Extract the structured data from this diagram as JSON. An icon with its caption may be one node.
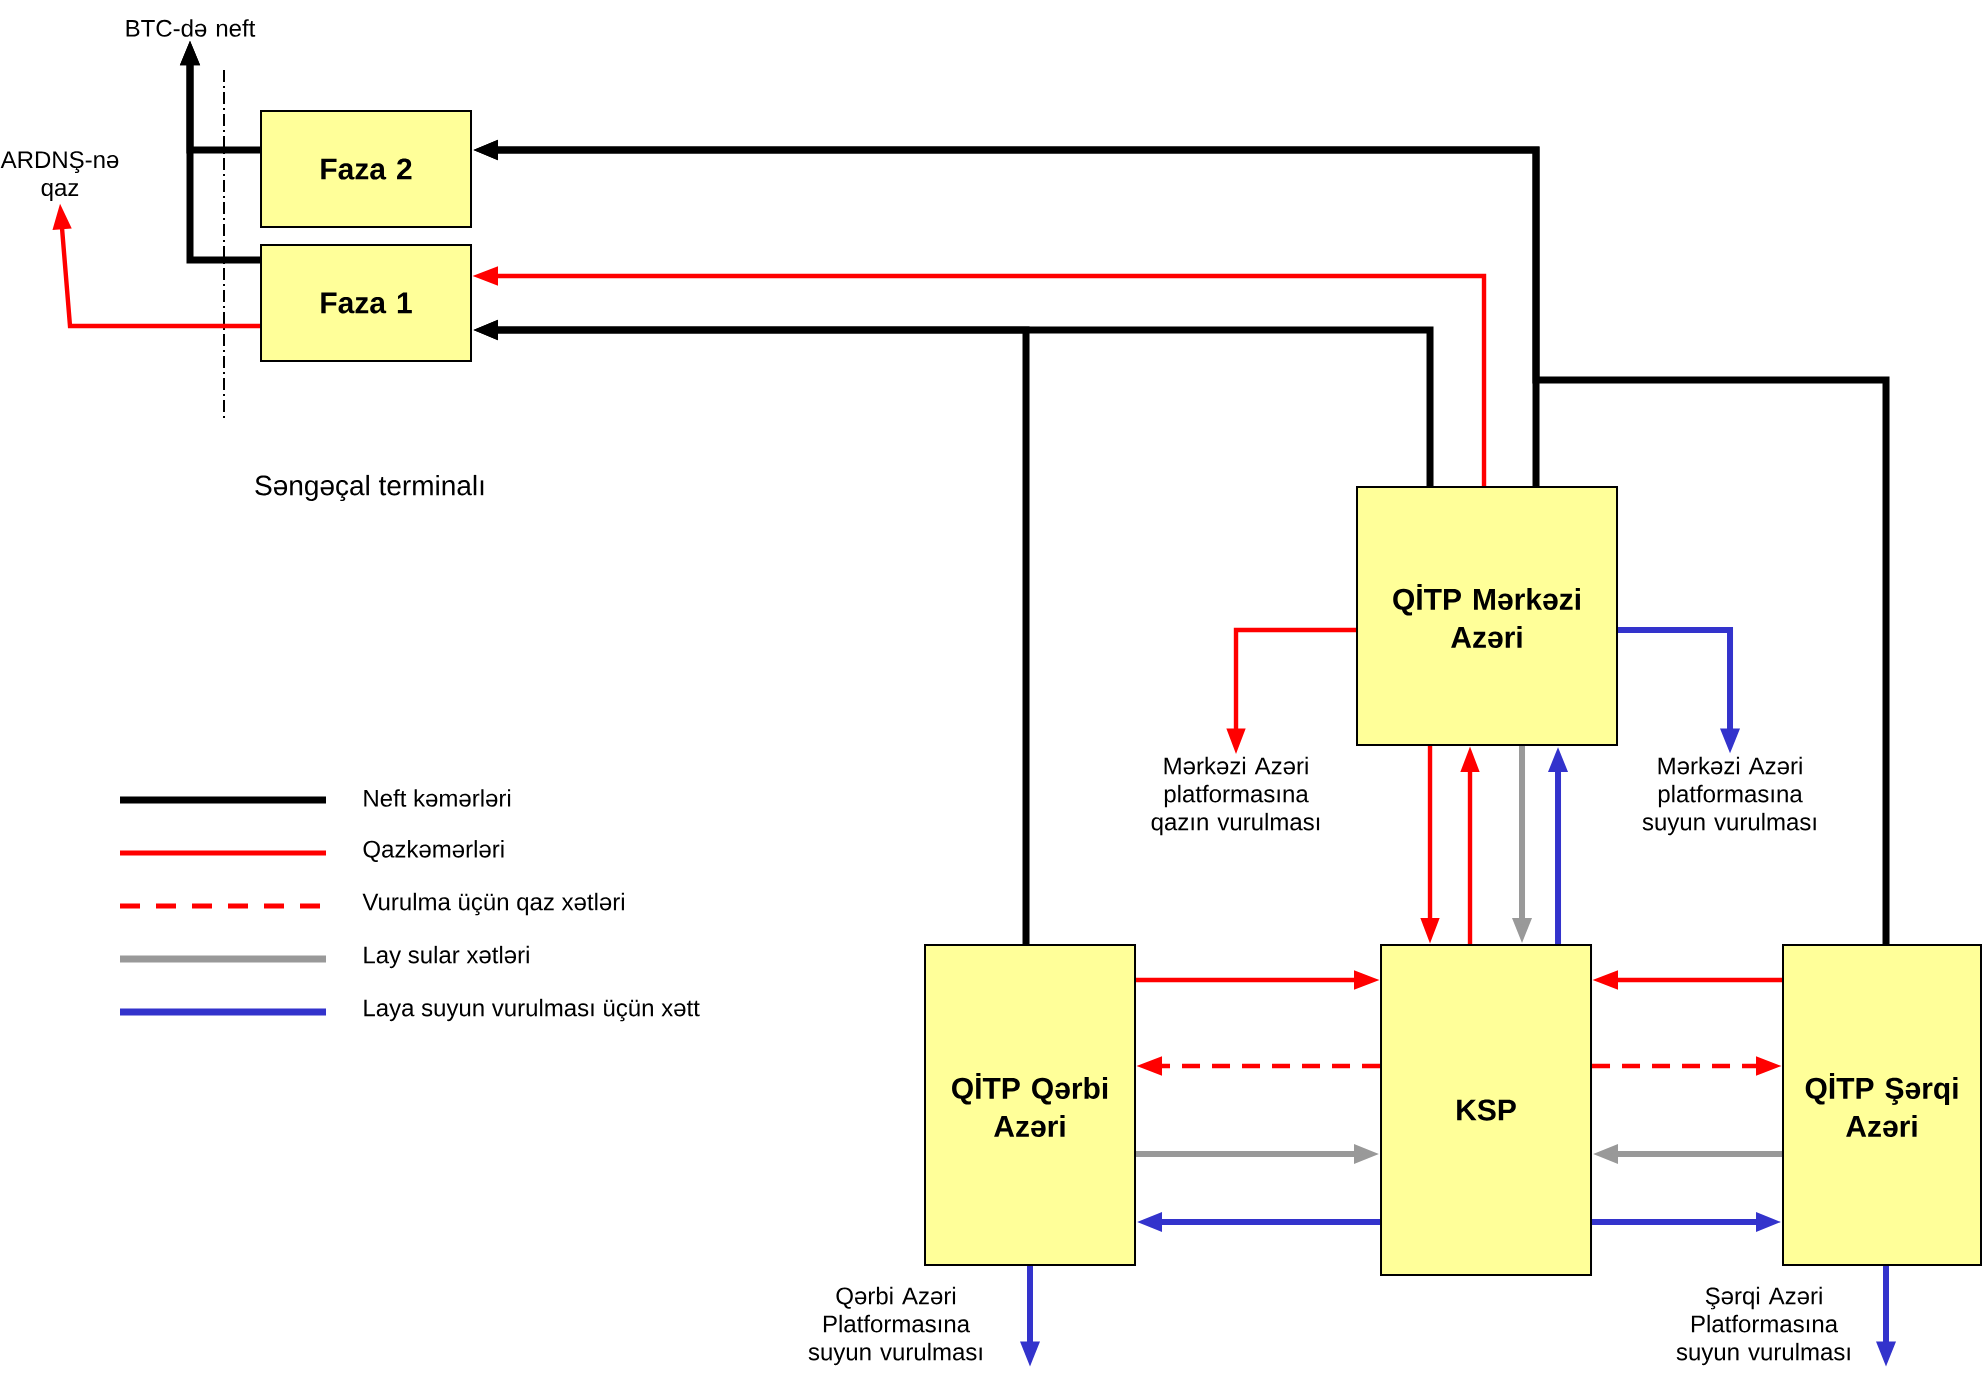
{
  "diagram": {
    "nodes": [
      {
        "text": [
          "Faza 2"
        ]
      },
      {
        "text": [
          "Faza 1"
        ]
      },
      {
        "text": [
          "QİTP Mərkəzi Azəri"
        ]
      },
      {
        "text": [
          "KSP"
        ]
      },
      {
        "text": [
          "QİTP Qərbi Azəri"
        ]
      },
      {
        "text": [
          "QİTP Şərqi Azəri"
        ]
      },
      {
        "text": [
          "BTC-də neft"
        ]
      },
      {
        "text": [
          "ARDNŞ-nə qaz"
        ]
      },
      {
        "text": [
          "Mərkəzi Azəri platformasına qazın vurulması"
        ]
      },
      {
        "text": [
          "Mərkəzi Azəri platformasına suyun vurulması"
        ]
      },
      {
        "text": [
          "Qərbi Azəri Platformasına suyun vurulması"
        ]
      },
      {
        "text": [
          "Şərqi Azəri Platformasına suyun vurulması"
        ]
      }
    ],
    "edges": [
      {
        "from": 2,
        "to": 1,
        "arrow": "to",
        "color": "#000000"
      },
      {
        "from": 4,
        "to": 1,
        "arrow": "to",
        "color": "#000000"
      },
      {
        "from": 2,
        "to": 0,
        "arrow": "to",
        "color": "#000000"
      },
      {
        "from": 5,
        "to": 0,
        "arrow": "to",
        "color": "#000000"
      },
      {
        "from": 2,
        "to": 1,
        "arrow": "to",
        "color": "#ff0000"
      },
      {
        "from": 1,
        "to": 7,
        "arrow": "to",
        "color": "#ff0000"
      },
      {
        "from": 0,
        "to": 6,
        "arrow": "to",
        "color": "#000000"
      },
      {
        "from": 1,
        "to": 6,
        "arrow": "to",
        "color": "#000000"
      },
      {
        "from": 2,
        "to": 8,
        "arrow": "to",
        "color": "#ff0000"
      },
      {
        "from": 2,
        "to": 9,
        "arrow": "to",
        "color": "#3333cc"
      },
      {
        "from": 2,
        "to": 3,
        "arrow": "to",
        "color": "#ff0000"
      },
      {
        "from": 3,
        "to": 2,
        "arrow": "to",
        "color": "#ff0000"
      },
      {
        "from": 2,
        "to": 3,
        "arrow": "to",
        "color": "#999999"
      },
      {
        "from": 3,
        "to": 2,
        "arrow": "to",
        "color": "#3333cc"
      },
      {
        "from": 4,
        "to": 3,
        "arrow": "to",
        "color": "#ff0000"
      },
      {
        "from": 3,
        "to": 4,
        "arrow": "to",
        "style": "dashed",
        "color": "#ff0000"
      },
      {
        "from": 4,
        "to": 3,
        "arrow": "to",
        "color": "#999999"
      },
      {
        "from": 3,
        "to": 4,
        "arrow": "to",
        "color": "#3333cc"
      },
      {
        "from": 5,
        "to": 3,
        "arrow": "to",
        "color": "#ff0000"
      },
      {
        "from": 3,
        "to": 5,
        "arrow": "to",
        "style": "dashed",
        "color": "#ff0000"
      },
      {
        "from": 5,
        "to": 3,
        "arrow": "to",
        "color": "#999999"
      },
      {
        "from": 3,
        "to": 5,
        "arrow": "to",
        "color": "#3333cc"
      },
      {
        "from": 4,
        "to": 10,
        "arrow": "to",
        "color": "#3333cc"
      },
      {
        "from": 5,
        "to": 11,
        "arrow": "to",
        "color": "#3333cc"
      }
    ],
    "labels": [
      "Səngəçal terminalı"
    ],
    "legend": [
      {
        "text": "Neft kəmərləri"
      },
      {
        "text": "Qazkəmərləri"
      },
      {
        "text": "Vurulma üçün qaz xətləri"
      },
      {
        "text": "Lay sular xətləri"
      },
      {
        "text": "Laya suyun vurulması üçün xətt"
      }
    ]
  }
}
